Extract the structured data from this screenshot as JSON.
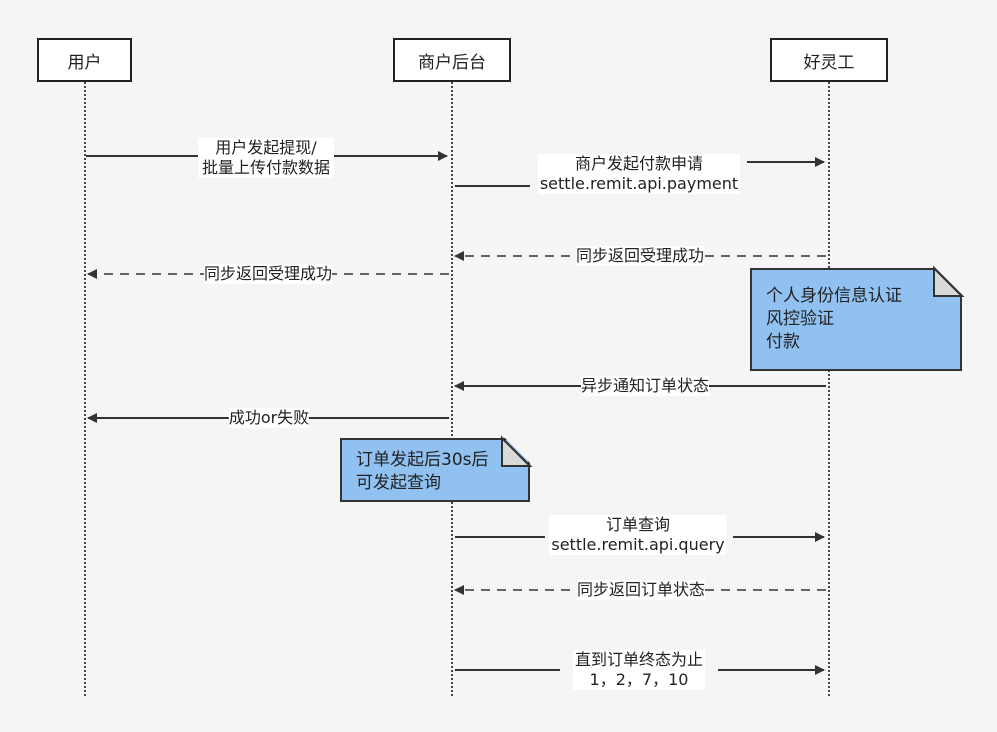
{
  "actors": {
    "user": "用户",
    "merchant": "商户后台",
    "platform": "好灵工"
  },
  "messages": {
    "m1_line1": "用户发起提现/",
    "m1_line2": "批量上传付款数据",
    "m2_line1": "商户发起付款申请",
    "m2_line2": "settle.remit.api.payment",
    "m3": "同步返回受理成功",
    "m4": "同步返回受理成功",
    "m5": "异步通知订单状态",
    "m6": "成功or失败",
    "m7_line1": "订单查询",
    "m7_line2": "settle.remit.api.query",
    "m8": "同步返回订单状态",
    "m9_line1": "直到订单终态为止",
    "m9_line2": "1，2，7，10"
  },
  "notes": {
    "platform_note": {
      "line1": "个人身份信息认证",
      "line2": "风控验证",
      "line3": "付款"
    },
    "merchant_note": {
      "line1": "订单发起后30s后",
      "line2": "可发起查询"
    }
  },
  "colors": {
    "note_fill": "#90c1f0",
    "line": "#333333"
  }
}
